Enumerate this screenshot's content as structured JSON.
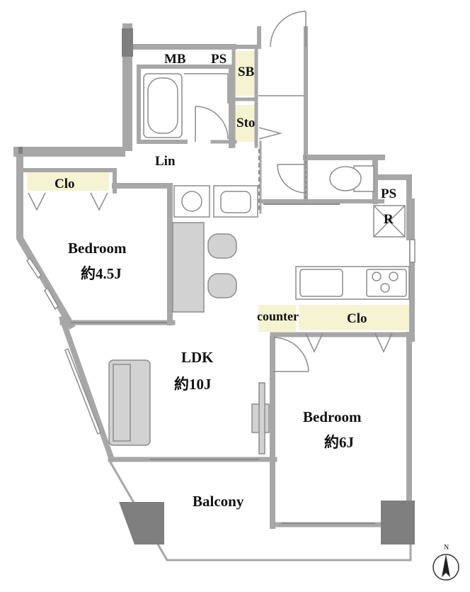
{
  "plan": {
    "labels": {
      "mb": "MB",
      "ps_top": "PS",
      "sb": "SB",
      "sto": "Sto",
      "lin": "Lin",
      "clo_left": "Clo",
      "ps_right": "PS",
      "r": "R",
      "bedroom_left_name": "Bedroom",
      "bedroom_left_size": "約4.5J",
      "counter": "counter",
      "clo_right": "Clo",
      "ldk_name": "LDK",
      "ldk_size": "約10J",
      "bedroom_right_name": "Bedroom",
      "bedroom_right_size": "約6J",
      "balcony": "Balcony",
      "north": "N"
    },
    "colors": {
      "wall": "#a7a7a7",
      "column": "#7f7f7f",
      "storage_fill": "#f6f3d2",
      "fixture_stroke": "#8c8c8c",
      "fixture_fill": "#d2d2d2"
    }
  }
}
